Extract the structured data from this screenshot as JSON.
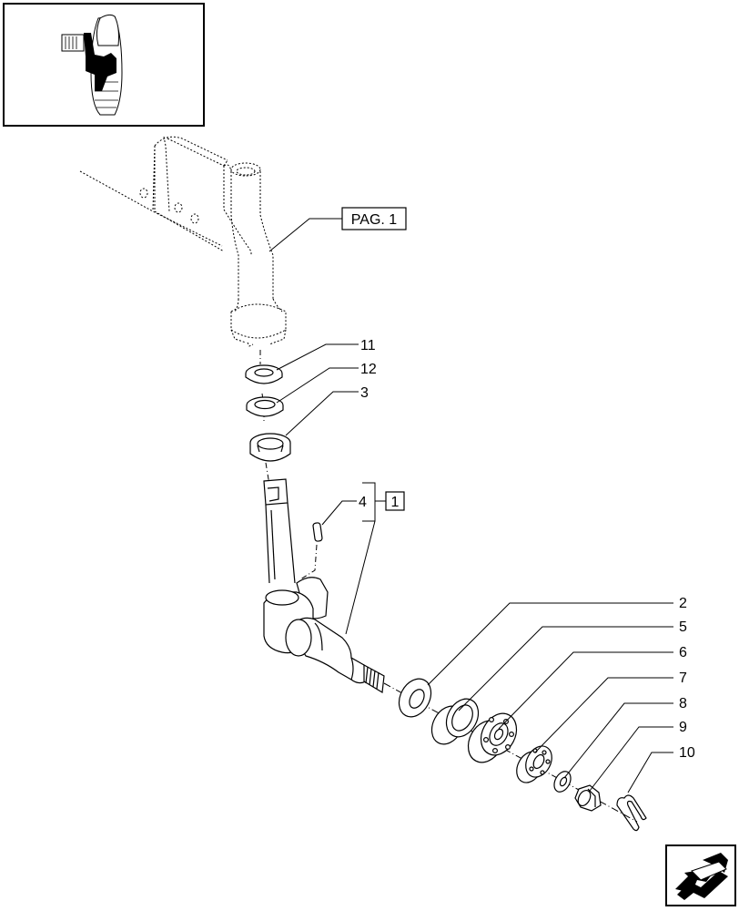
{
  "diagram": {
    "reference_label": "PAG. 1",
    "group_label": "1",
    "callouts": [
      {
        "id": "11",
        "text": "11"
      },
      {
        "id": "12",
        "text": "12"
      },
      {
        "id": "3",
        "text": "3"
      },
      {
        "id": "4",
        "text": "4"
      },
      {
        "id": "2",
        "text": "2"
      },
      {
        "id": "5",
        "text": "5"
      },
      {
        "id": "6",
        "text": "6"
      },
      {
        "id": "7",
        "text": "7"
      },
      {
        "id": "8",
        "text": "8"
      },
      {
        "id": "9",
        "text": "9"
      },
      {
        "id": "10",
        "text": "10"
      }
    ]
  },
  "icons": {
    "thumbnail": "tractor-front-axle-thumbnail-icon",
    "nav": "next-page-arrow-icon"
  }
}
